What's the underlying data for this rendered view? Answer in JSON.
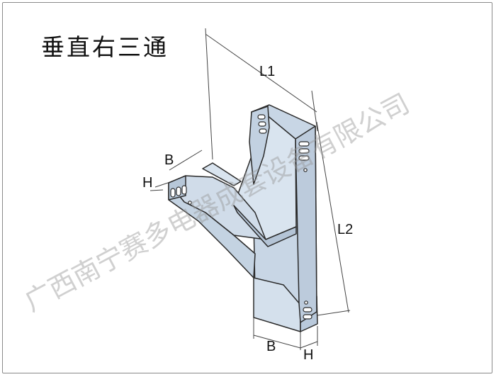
{
  "title": "垂直右三通",
  "watermark": "广西南宁赛多电器成套设备有限公司",
  "dimensions": {
    "l1": "L1",
    "l2": "L2",
    "b_top": "B",
    "h_top": "H",
    "b_bottom": "B",
    "h_bottom": "H"
  },
  "colors": {
    "body_fill": "#cfdbe8",
    "body_dark": "#b7c7d8",
    "outline": "#2a2a2a"
  }
}
